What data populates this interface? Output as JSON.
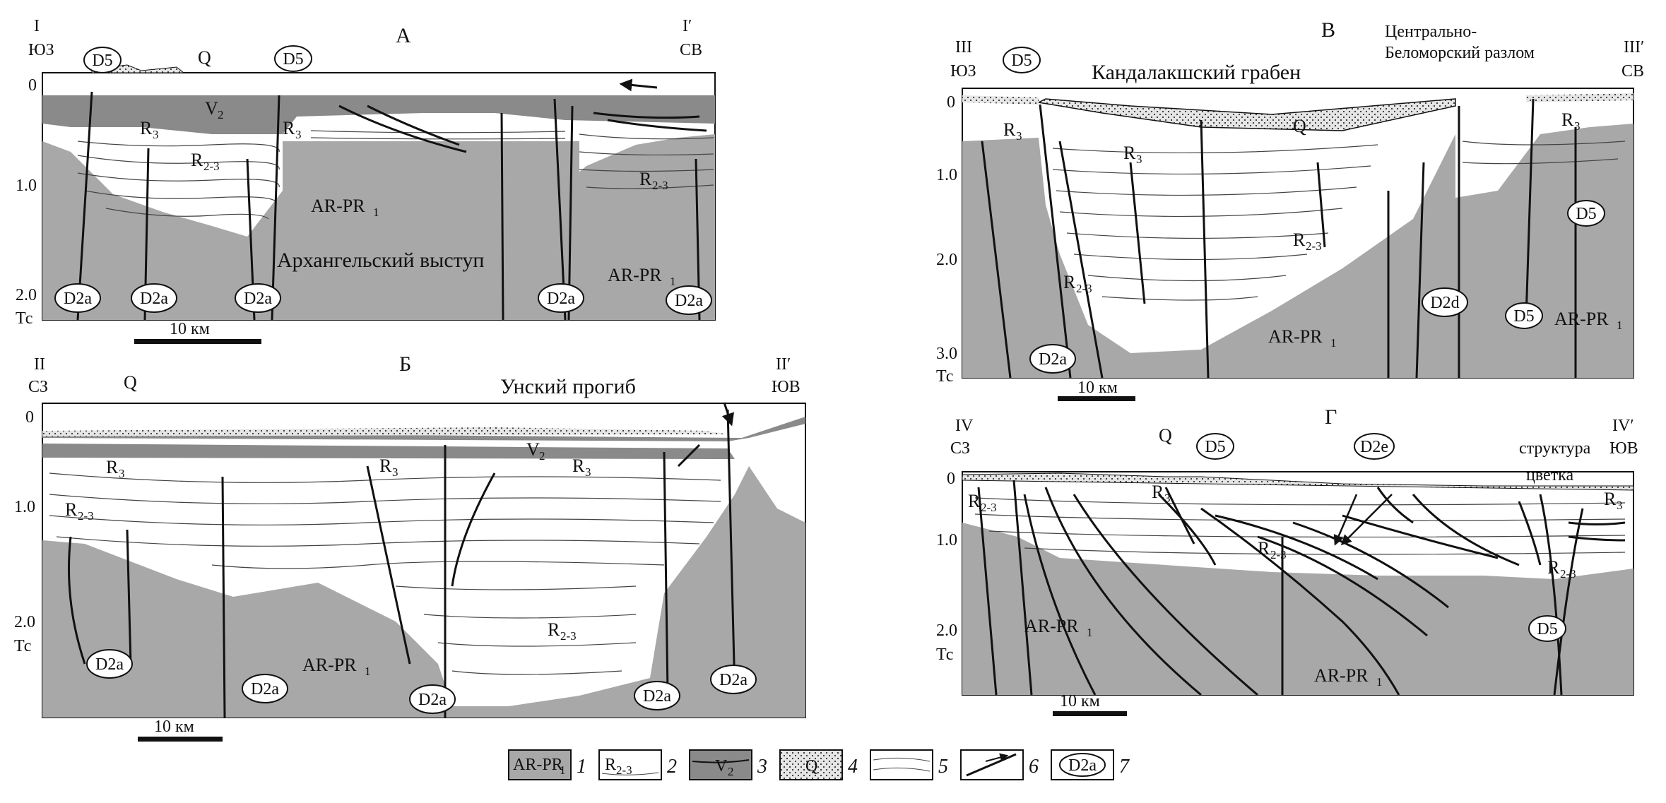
{
  "panels": [
    {
      "id": "A",
      "letter": "А",
      "left_top": "I",
      "left_dir": "ЮЗ",
      "right_top": "I′",
      "right_dir": "СВ",
      "y_ticks": [
        "0",
        "1.0",
        "2.0"
      ],
      "y_unit": "Тс",
      "scale": "10 км",
      "labels": {
        "q": "Q",
        "v2": "V",
        "v2_sub": "2",
        "r3a": "R",
        "r3a_sub": "3",
        "r3b": "R",
        "r3b_sub": "3",
        "r23a": "R",
        "r23a_sub": "2-3",
        "r23b": "R",
        "r23b_sub": "2-3",
        "arpr_a": "AR-PR",
        "arpr_a_sub": "1",
        "arpr_b": "AR-PR",
        "arpr_b_sub": "1",
        "feature": "Архангельский выступ"
      },
      "ovals": [
        "D5",
        "D5",
        "D2a",
        "D2a",
        "D2a",
        "D2a",
        "D2a"
      ]
    },
    {
      "id": "B",
      "letter": "Б",
      "left_top": "II",
      "left_dir": "СЗ",
      "right_top": "II′",
      "right_dir": "ЮВ",
      "y_ticks": [
        "0",
        "1.0",
        "2.0"
      ],
      "y_unit": "Тс",
      "scale": "10 км",
      "labels": {
        "q": "Q",
        "v2": "V",
        "v2_sub": "2",
        "r3a": "R",
        "r3a_sub": "3",
        "r3b": "R",
        "r3b_sub": "3",
        "r3c": "R",
        "r3c_sub": "3",
        "r23a": "R",
        "r23a_sub": "2-3",
        "r23b": "R",
        "r23b_sub": "2-3",
        "arpr": "AR-PR",
        "arpr_sub": "1",
        "feature": "Унский прогиб"
      },
      "ovals": [
        "D2a",
        "D2a",
        "D2a",
        "D2a",
        "D2a"
      ]
    },
    {
      "id": "C",
      "letter": "В",
      "left_top": "III",
      "left_dir": "ЮЗ",
      "right_top": "III′",
      "right_dir": "СВ",
      "y_ticks": [
        "0",
        "1.0",
        "2.0",
        "3.0"
      ],
      "y_unit": "Тс",
      "scale": "10 км",
      "labels": {
        "q": "Q",
        "r3a": "R",
        "r3a_sub": "3",
        "r3b": "R",
        "r3b_sub": "3",
        "r3c": "R",
        "r3c_sub": "3",
        "r23a": "R",
        "r23a_sub": "2-3",
        "r23b": "R",
        "r23b_sub": "2-3",
        "arpr": "AR-PR",
        "arpr_sub": "1",
        "arpr_b": "AR-PR",
        "arpr_b_sub": "1",
        "feature": "Кандалакшский грабен",
        "fault_line1": "Центрально-",
        "fault_line2": "Беломорский разлом"
      },
      "ovals": [
        "D5",
        "D5",
        "D2a",
        "D2d",
        "D5"
      ]
    },
    {
      "id": "D",
      "letter": "Г",
      "left_top": "IV",
      "left_dir": "СЗ",
      "right_top": "IV′",
      "right_dir": "ЮВ",
      "y_ticks": [
        "0",
        "1.0",
        "2.0"
      ],
      "y_unit": "Тс",
      "scale": "10 км",
      "labels": {
        "q": "Q",
        "r3a": "R",
        "r3a_sub": "3",
        "r3b": "R",
        "r3b_sub": "3",
        "r23a": "R",
        "r23a_sub": "2-3",
        "r23b": "R",
        "r23b_sub": "2-3",
        "r23c": "R",
        "r23c_sub": "2-3",
        "arpr_a": "AR-PR",
        "arpr_a_sub": "1",
        "arpr_b": "AR-PR",
        "arpr_b_sub": "1",
        "feature_line1": "структура",
        "feature_line2": "цветка"
      },
      "ovals": [
        "D5",
        "D2e",
        "D5"
      ]
    }
  ],
  "legend": [
    {
      "num": "1",
      "text": "AR-PR",
      "sub": "1"
    },
    {
      "num": "2",
      "text": "R",
      "sub": "2-3"
    },
    {
      "num": "3",
      "text": "V",
      "sub": "2"
    },
    {
      "num": "4",
      "text": "Q",
      "sub": ""
    },
    {
      "num": "5",
      "text": "",
      "sub": ""
    },
    {
      "num": "6",
      "text": "",
      "sub": ""
    },
    {
      "num": "7",
      "text": "D2a",
      "sub": ""
    }
  ],
  "colors": {
    "basement": "#a8a8a8",
    "vendian": "#8a8a8a",
    "sediment": "#ffffff",
    "quaternary": "#e2e2e2",
    "line": "#111111"
  }
}
